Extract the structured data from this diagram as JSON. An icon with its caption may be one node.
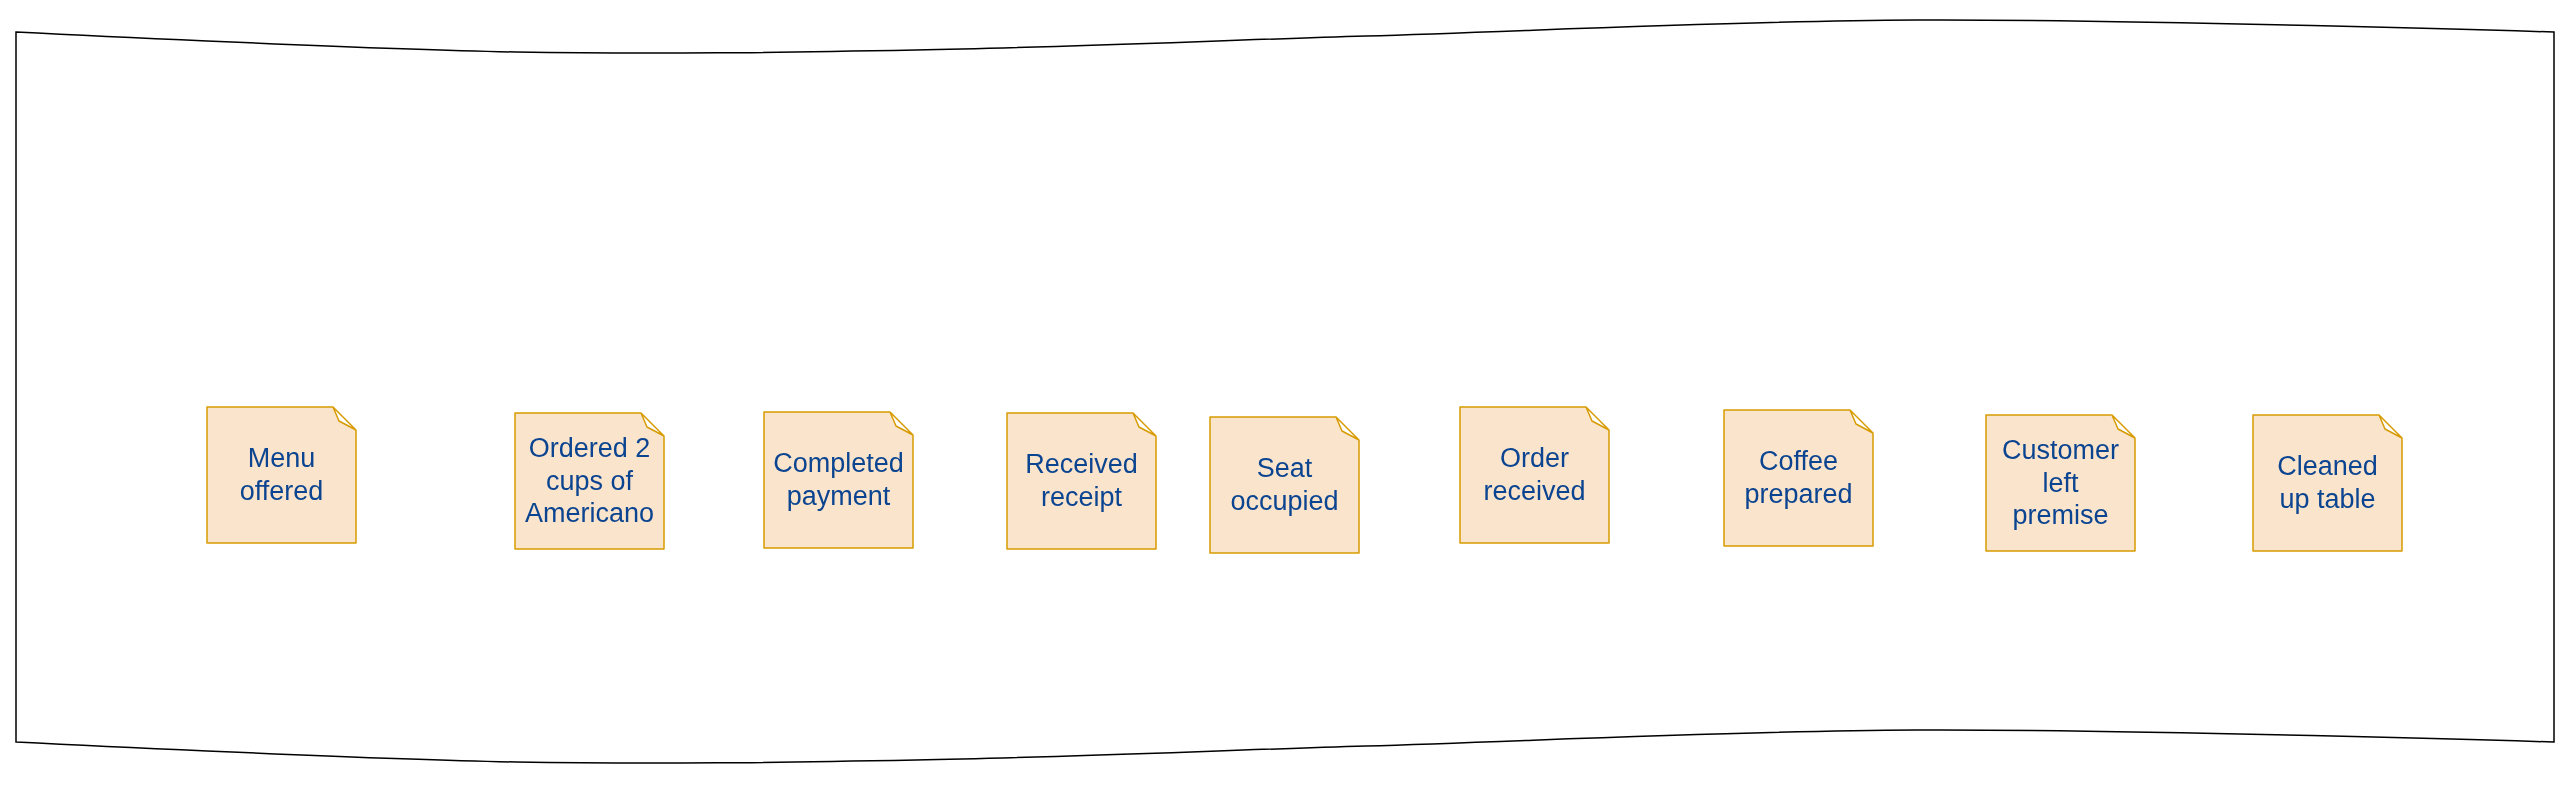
{
  "diagram": {
    "nodes": [
      {
        "text": [],
        "shape": "band"
      },
      {
        "text": [
          "Menu offered"
        ],
        "in": 0
      },
      {
        "text": [
          "Ordered 2 cups of Americano"
        ],
        "in": 0
      },
      {
        "text": [
          "Completed payment"
        ],
        "in": 0
      },
      {
        "text": [
          "Received receipt"
        ],
        "in": 0
      },
      {
        "text": [
          "Seat occupied"
        ],
        "in": 0
      },
      {
        "text": [
          "Order received"
        ],
        "in": 0
      },
      {
        "text": [
          "Coffee prepared"
        ],
        "in": 0
      },
      {
        "text": [
          "Customer left premise"
        ],
        "in": 0
      },
      {
        "text": [
          "Cleaned up table"
        ],
        "in": 0
      }
    ]
  }
}
